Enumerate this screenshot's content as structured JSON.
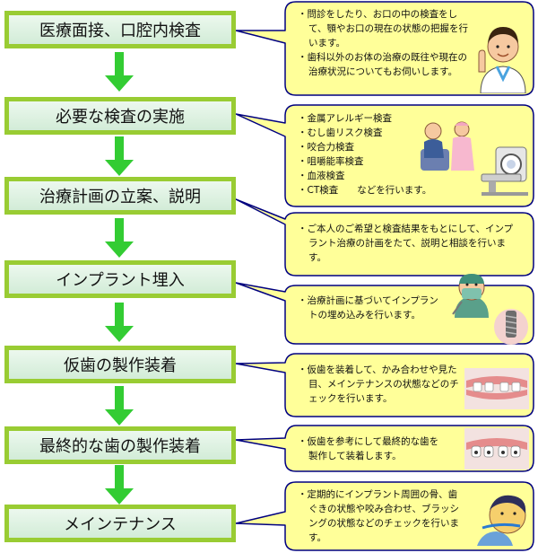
{
  "steps": [
    {
      "label": "医療面接、口腔内検査"
    },
    {
      "label": "必要な検査の実施"
    },
    {
      "label": "治療計画の立案、説明"
    },
    {
      "label": "インプラント埋入"
    },
    {
      "label": "仮歯の製作装着"
    },
    {
      "label": "最終的な歯の製作装着"
    },
    {
      "label": "メインテナンス"
    }
  ],
  "notes": [
    {
      "items": [
        "・問診をしたり、お口の中の検査をして、顎やお口の現在の状態の把握を行います。",
        "・歯科以外のお体の治療の既往や現在の治療状況についてもお伺いします。"
      ]
    },
    {
      "items": [
        "・金属アレルギー検査",
        "・むし歯リスク検査",
        "・咬合力検査",
        "・咀嚼能率検査",
        "・血液検査",
        "・CT検査　　などを行います。"
      ]
    },
    {
      "items": [
        "・ご本人のご希望と検査結果をもとにして、インプラント治療の計画をたて、説明と相談を行います。"
      ]
    },
    {
      "items": [
        "・治療計画に基づいてインプラントの埋め込みを行います。"
      ]
    },
    {
      "items": [
        "・仮歯を装着して、かみ合わせや見た目、メインテナンスの状態などのチェックを行います。"
      ]
    },
    {
      "items": [
        "・仮歯を参考にして最終的な歯を製作して装着します。"
      ]
    },
    {
      "items": [
        "・定期的にインプラント周囲の骨、歯ぐきの状態や咬み合わせ、ブラッシングの状態などのチェックを行います。"
      ]
    }
  ],
  "colors": {
    "step_border": "#99cc33",
    "step_fill": "#d9f0de",
    "arrow": "#33cc33",
    "callout_fill": "#ffff99",
    "callout_border": "#000080"
  },
  "icons": [
    "dentist-illustration",
    "patient-nurse-illustration",
    "ct-scanner-illustration",
    "surgeon-illustration",
    "implant-illustration",
    "temporary-teeth-illustration",
    "final-teeth-illustration",
    "brushing-illustration"
  ]
}
